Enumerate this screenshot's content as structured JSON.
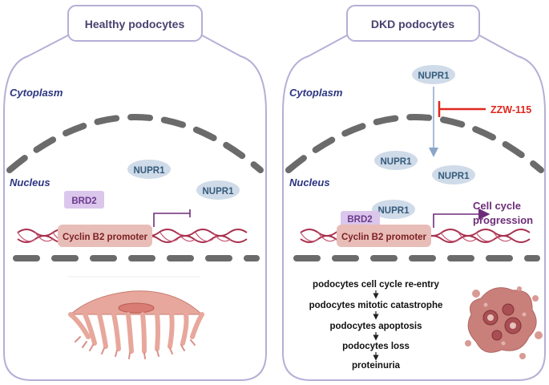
{
  "panels": {
    "left": {
      "title": "Healthy podocytes",
      "cytoplasm": "Cytoplasm",
      "nucleus": "Nucleus",
      "nupr1_a": "NUPR1",
      "nupr1_b": "NUPR1",
      "brd2": "BRD2",
      "promoter": "Cyclin B2 promoter"
    },
    "right": {
      "title": "DKD podocytes",
      "cytoplasm": "Cytoplasm",
      "nucleus": "Nucleus",
      "nupr1_top": "NUPR1",
      "nupr1_a": "NUPR1",
      "nupr1_b": "NUPR1",
      "nupr1_bound": "NUPR1",
      "brd2": "BRD2",
      "promoter": "Cyclin B2 promoter",
      "inhibitor": "ZZW-115",
      "progression_line1": "Cell cycle",
      "progression_line2": "progression",
      "cascade": [
        "podocytes cell cycle re-entry",
        "podocytes mitotic catastrophe",
        "podocytes apoptosis",
        "podocytes loss",
        "proteinuria"
      ]
    }
  },
  "colors": {
    "outline": "#b6aed6",
    "title_text": "#4b4170",
    "label_blue": "#2b3580",
    "nupr1_fill": "#cfdbe8",
    "nupr1_text": "#345b7c",
    "brd2_fill": "#dbc6ec",
    "brd2_text": "#6a3a8c",
    "promoter_fill": "#e8bdb8",
    "promoter_text": "#7c1f22",
    "dna": "#a8304e",
    "membrane": "#6b6b6b",
    "inhibitor": "#e0281f",
    "arrow_blue": "#8aa6c8",
    "progression": "#6e2d79"
  }
}
